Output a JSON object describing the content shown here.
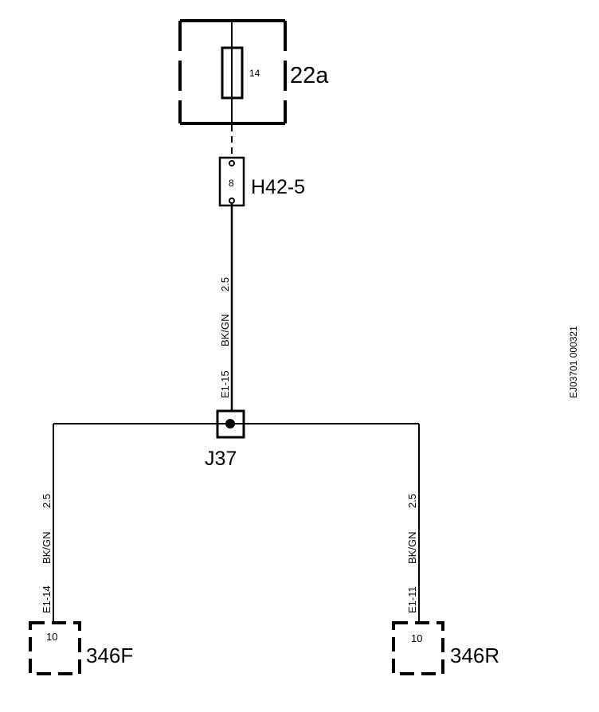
{
  "fuse_box": {
    "id": "22a",
    "fuse_number": "14"
  },
  "connector_h42": {
    "id": "H42-5",
    "pin": "8"
  },
  "main_wire": {
    "gauge": "2.5",
    "color": "BK/GN",
    "circuit": "E1-15"
  },
  "junction": {
    "id": "J37"
  },
  "left_branch": {
    "gauge": "2.5",
    "color": "BK/GN",
    "circuit": "E1-14",
    "component_id": "346F",
    "pin": "10"
  },
  "right_branch": {
    "gauge": "2.5",
    "color": "BK/GN",
    "circuit": "E1-11",
    "component_id": "346R",
    "pin": "10"
  },
  "reference_code": "EJ03701 000321",
  "colors": {
    "ink": "#000000",
    "background": "#ffffff"
  }
}
